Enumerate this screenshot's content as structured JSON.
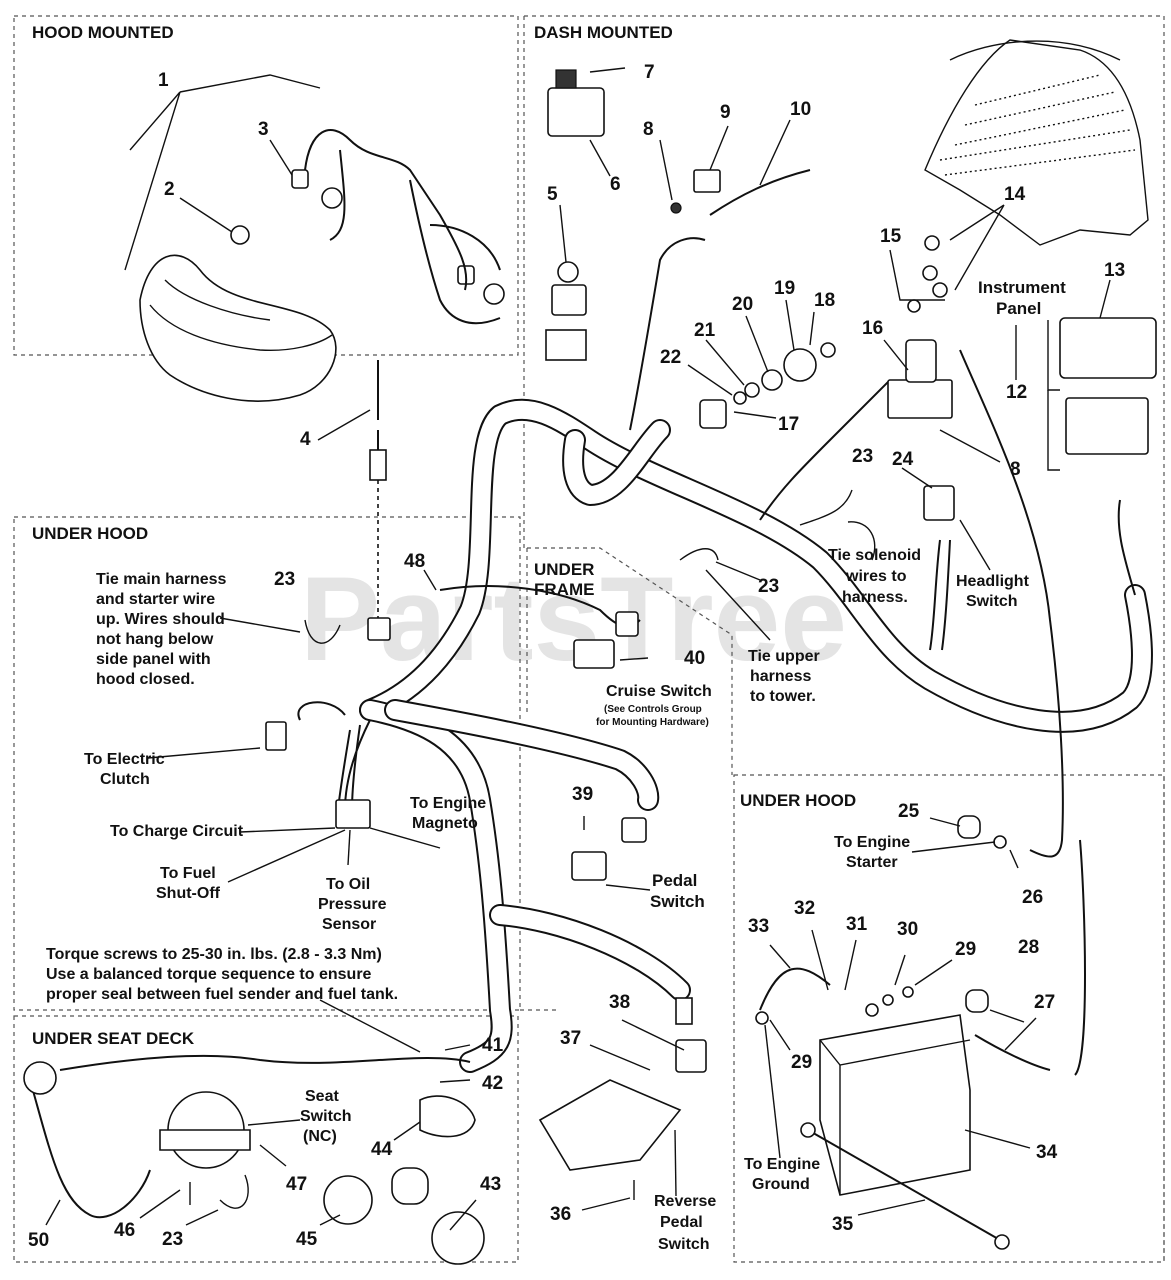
{
  "watermark": "PartsTree",
  "sections": {
    "hood_mounted": "HOOD MOUNTED",
    "dash_mounted": "DASH MOUNTED",
    "under_hood_left": "UNDER HOOD",
    "under_frame_1": "UNDER",
    "under_frame_2": "FRAME",
    "under_hood_right": "UNDER HOOD",
    "under_seat_deck": "UNDER SEAT DECK"
  },
  "callouts": {
    "c1": "1",
    "c2": "2",
    "c3": "3",
    "c4": "4",
    "c5": "5",
    "c6": "6",
    "c7": "7",
    "c8a": "8",
    "c8b": "8",
    "c9": "9",
    "c10": "10",
    "c12": "12",
    "c13": "13",
    "c14": "14",
    "c15": "15",
    "c16": "16",
    "c17": "17",
    "c18": "18",
    "c19": "19",
    "c20": "20",
    "c21": "21",
    "c22": "22",
    "c23a": "23",
    "c23b": "23",
    "c23c": "23",
    "c23d": "23",
    "c24": "24",
    "c25": "25",
    "c26": "26",
    "c27": "27",
    "c28": "28",
    "c29a": "29",
    "c29b": "29",
    "c30": "30",
    "c31": "31",
    "c32": "32",
    "c33": "33",
    "c34": "34",
    "c35": "35",
    "c36": "36",
    "c37": "37",
    "c38": "38",
    "c39": "39",
    "c40": "40",
    "c41": "41",
    "c42": "42",
    "c43": "43",
    "c44": "44",
    "c45": "45",
    "c46": "46",
    "c47": "47",
    "c48": "48",
    "c50": "50"
  },
  "notes": {
    "instrument_1": "Instrument",
    "instrument_2": "Panel",
    "tie_main_1": "Tie main harness",
    "tie_main_2": "and starter wire",
    "tie_main_3": "up. Wires should",
    "tie_main_4": "not hang below",
    "tie_main_5": "side panel with",
    "tie_main_6": "hood closed.",
    "tie_sol_1": "Tie solenoid",
    "tie_sol_2": "wires to",
    "tie_sol_3": "harness.",
    "headlight_1": "Headlight",
    "headlight_2": "Switch",
    "tie_upper_1": "Tie upper",
    "tie_upper_2": "harness",
    "tie_upper_3": "to tower.",
    "cruise_1": "Cruise Switch",
    "cruise_2": "(See Controls Group",
    "cruise_3": "for Mounting Hardware)",
    "clutch_1": "To Electric",
    "clutch_2": "Clutch",
    "charge": "To Charge Circuit",
    "magneto_1": "To Engine",
    "magneto_2": "Magneto",
    "fuel_1": "To Fuel",
    "fuel_2": "Shut-Off",
    "oil_1": "To Oil",
    "oil_2": "Pressure",
    "oil_3": "Sensor",
    "pedal_1": "Pedal",
    "pedal_2": "Switch",
    "starter_1": "To Engine",
    "starter_2": "Starter",
    "torque_1": "Torque screws to 25-30 in. lbs. (2.8 - 3.3 Nm)",
    "torque_2": "Use a balanced torque sequence to ensure",
    "torque_3": "proper seal between fuel sender and fuel tank.",
    "seat_1": "Seat",
    "seat_2": "Switch",
    "seat_3": "(NC)",
    "ground_1": "To Engine",
    "ground_2": "Ground",
    "reverse_1": "Reverse",
    "reverse_2": "Pedal",
    "reverse_3": "Switch"
  }
}
